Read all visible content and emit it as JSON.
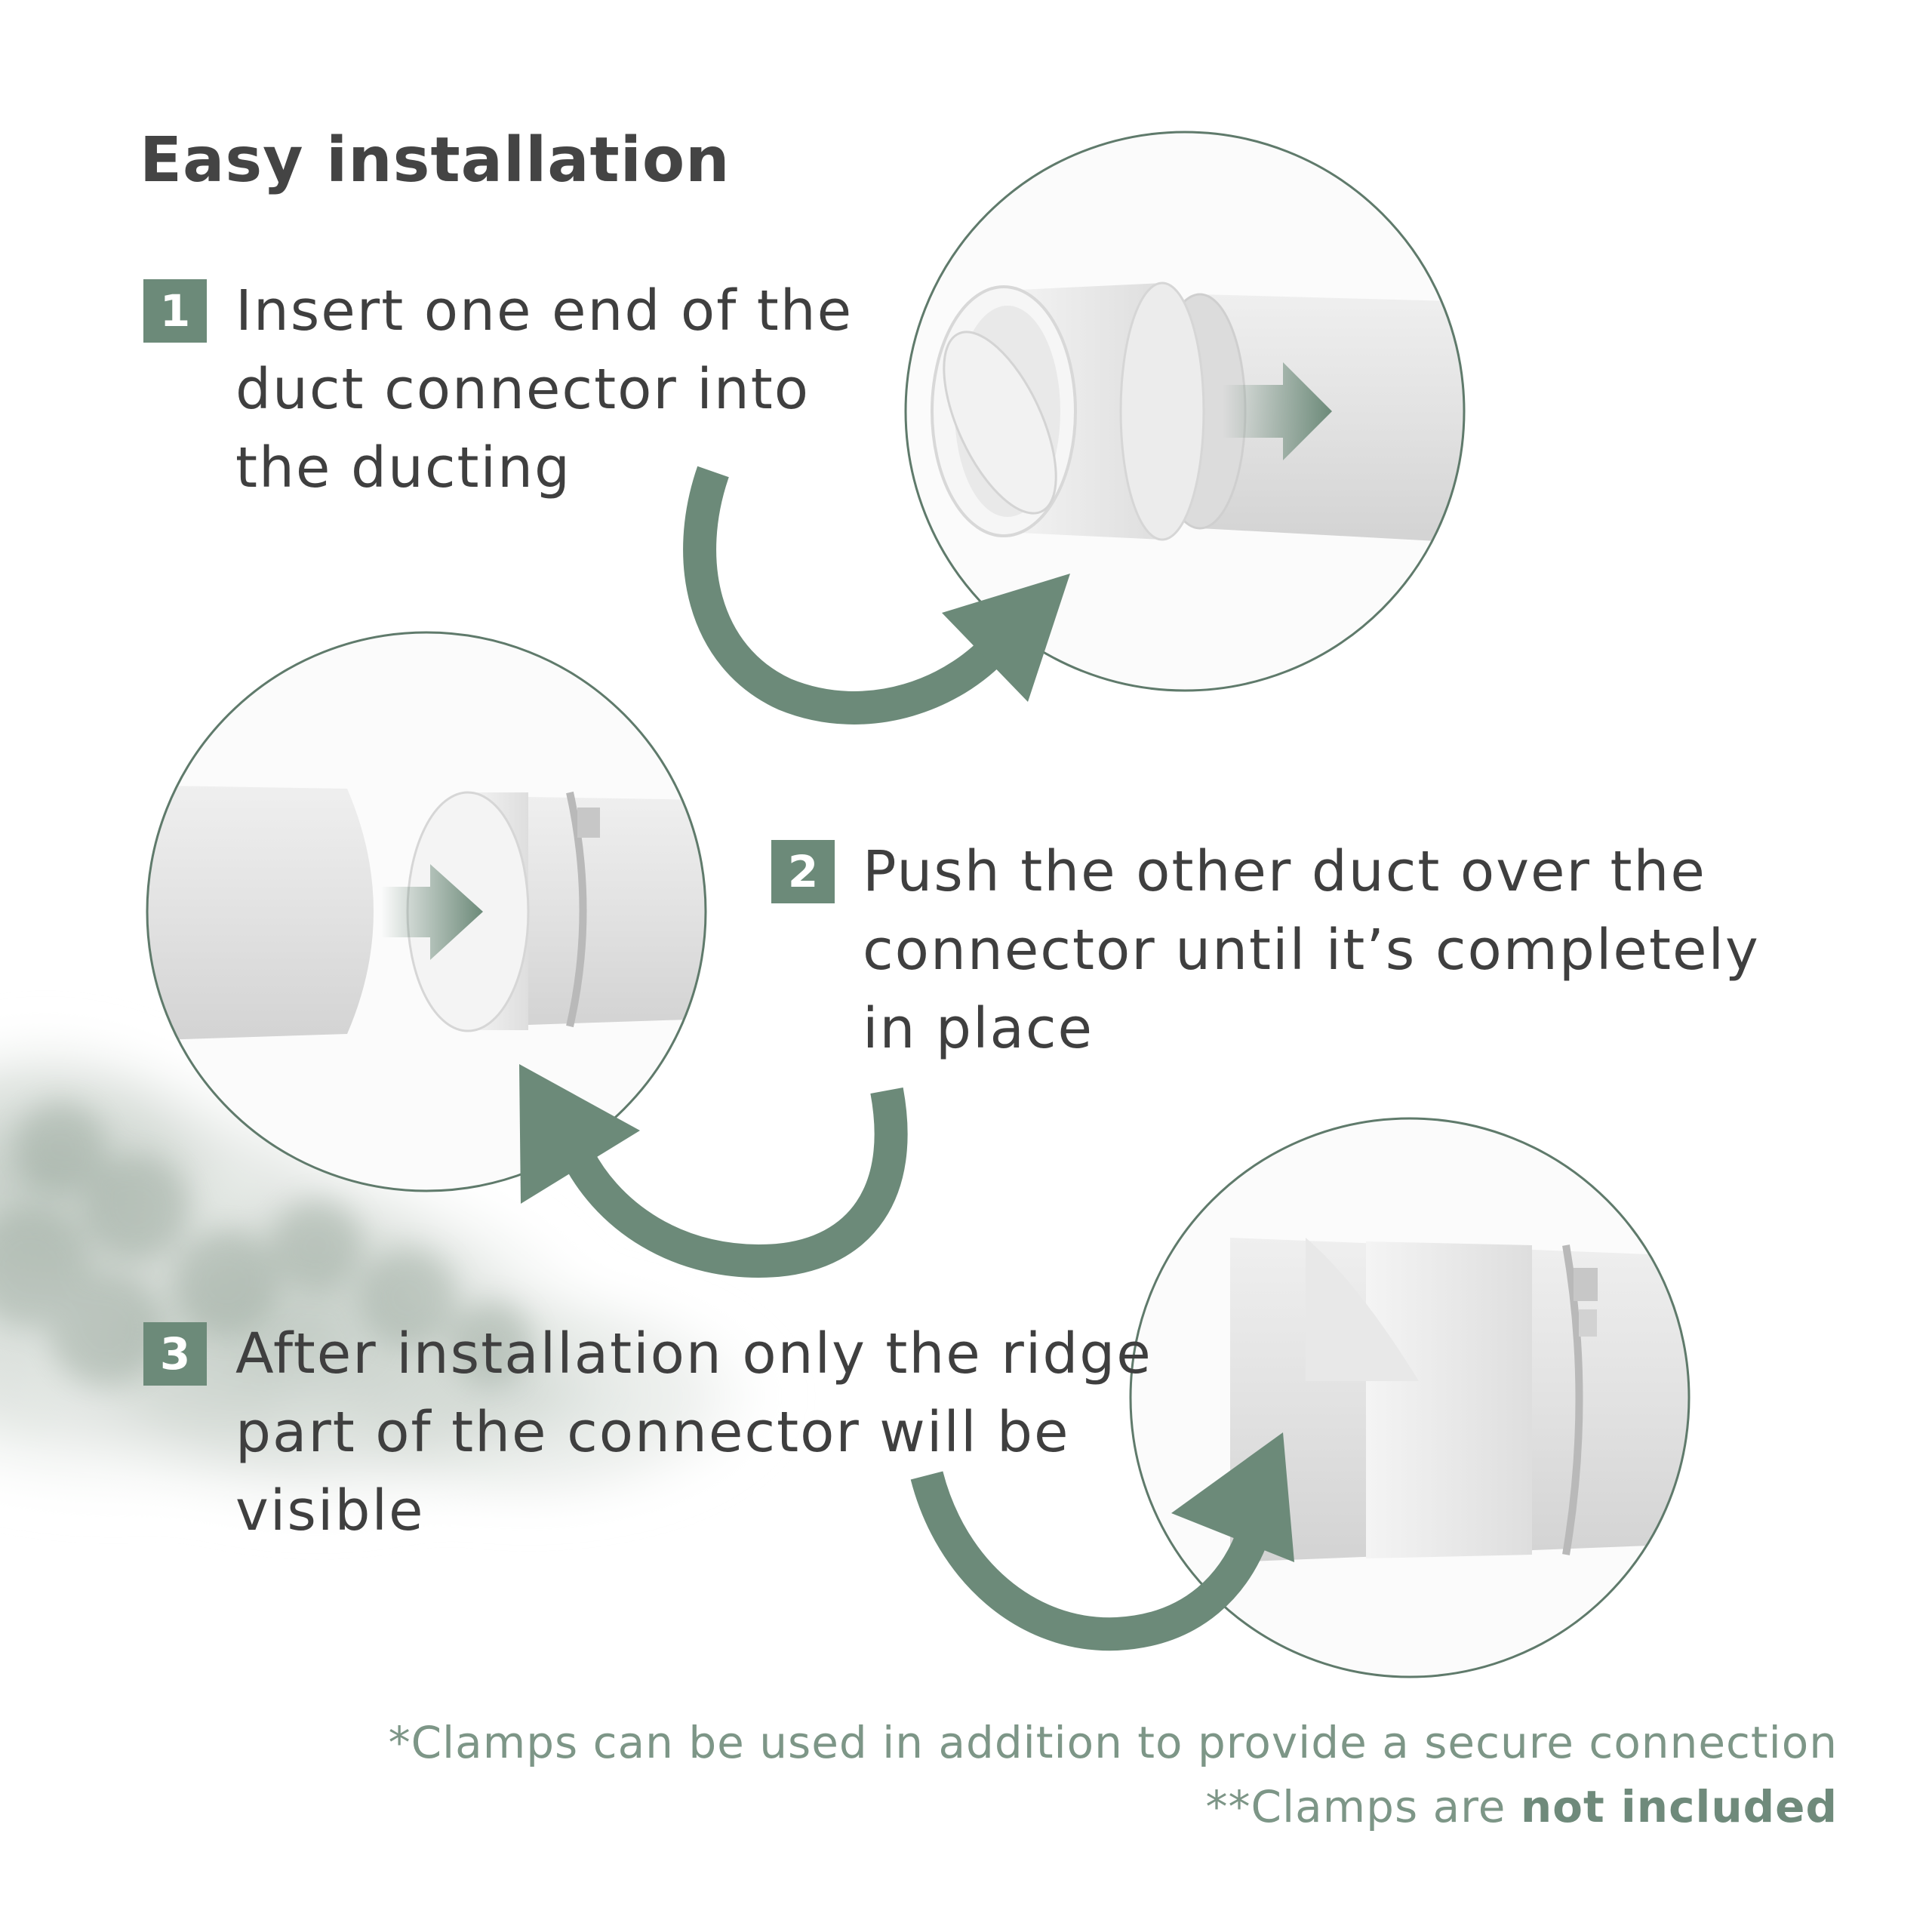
{
  "title": "Easy installation",
  "steps": [
    {
      "number": "1",
      "lines": [
        "Insert one end of the",
        "duct connector into",
        "the ducting"
      ]
    },
    {
      "number": "2",
      "lines": [
        "Push the other duct over the",
        "connector until it’s completely",
        "in place"
      ]
    },
    {
      "number": "3",
      "lines": [
        "After installation only the ridge",
        "part of the connector will be",
        "visible"
      ]
    }
  ],
  "notes": {
    "line1": "*Clamps can be used in addition to provide a secure connection",
    "line2_prefix": "**Clamps are ",
    "line2_bold": "not included"
  },
  "colors": {
    "accent": "#6c8a79",
    "text": "#3f3f3f",
    "note": "#7d9687",
    "duct": "#e6e6e6",
    "fog": "#c9d1cb"
  },
  "icons": {
    "badge": "number-badge",
    "curved_arrow": "curved-arrow-icon",
    "straight_arrow": "push-arrow-icon"
  }
}
